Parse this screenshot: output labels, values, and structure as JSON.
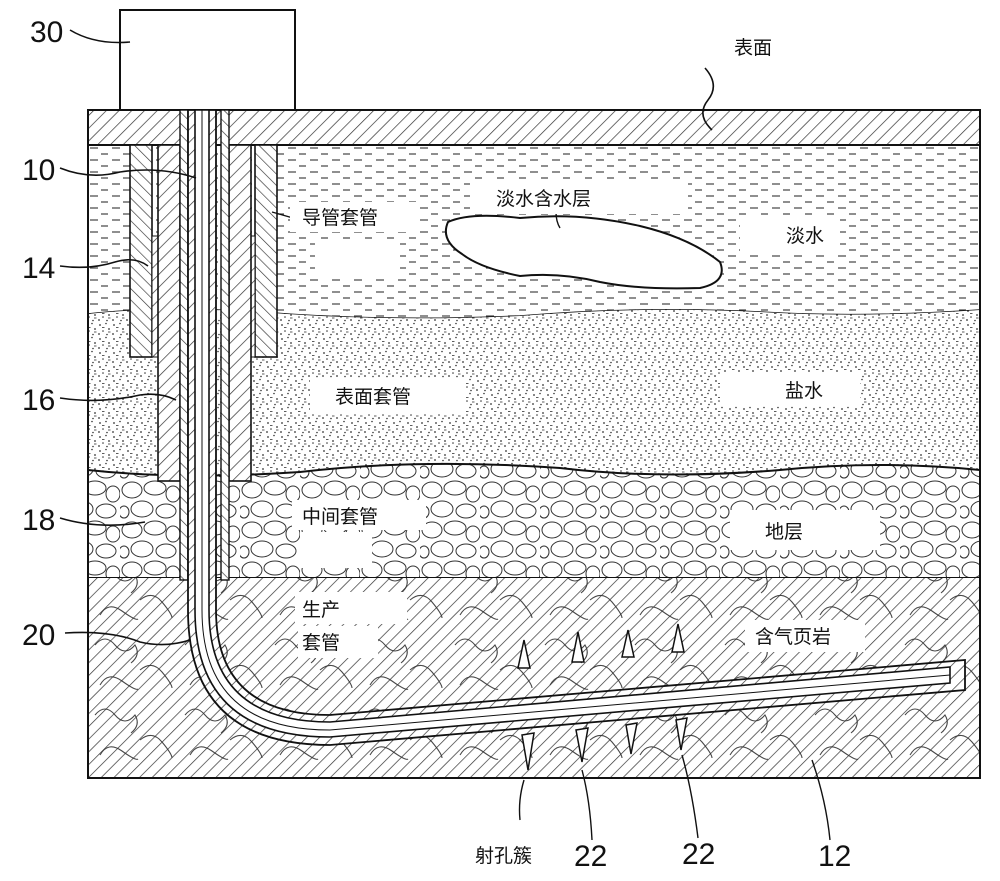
{
  "labels": {
    "surface": "表面",
    "fresh_aquifer": "淡水含水层",
    "fresh_water": "淡水",
    "conductor_casing": "导管套管",
    "surface_casing": "表面套管",
    "salt_water": "盐水",
    "intermediate_casing": "中间套管",
    "formation": "地层",
    "production_line1": "生产",
    "production_line2": "套管",
    "gas_shale": "含气页岩",
    "perforation_cluster": "射孔簇"
  },
  "refs": {
    "r30": "30",
    "r10": "10",
    "r14": "14",
    "r16": "16",
    "r18": "18",
    "r20": "20",
    "r22a": "22",
    "r22b": "22",
    "r12": "12"
  },
  "colors": {
    "line": "#111111",
    "fill": "#ffffff"
  }
}
